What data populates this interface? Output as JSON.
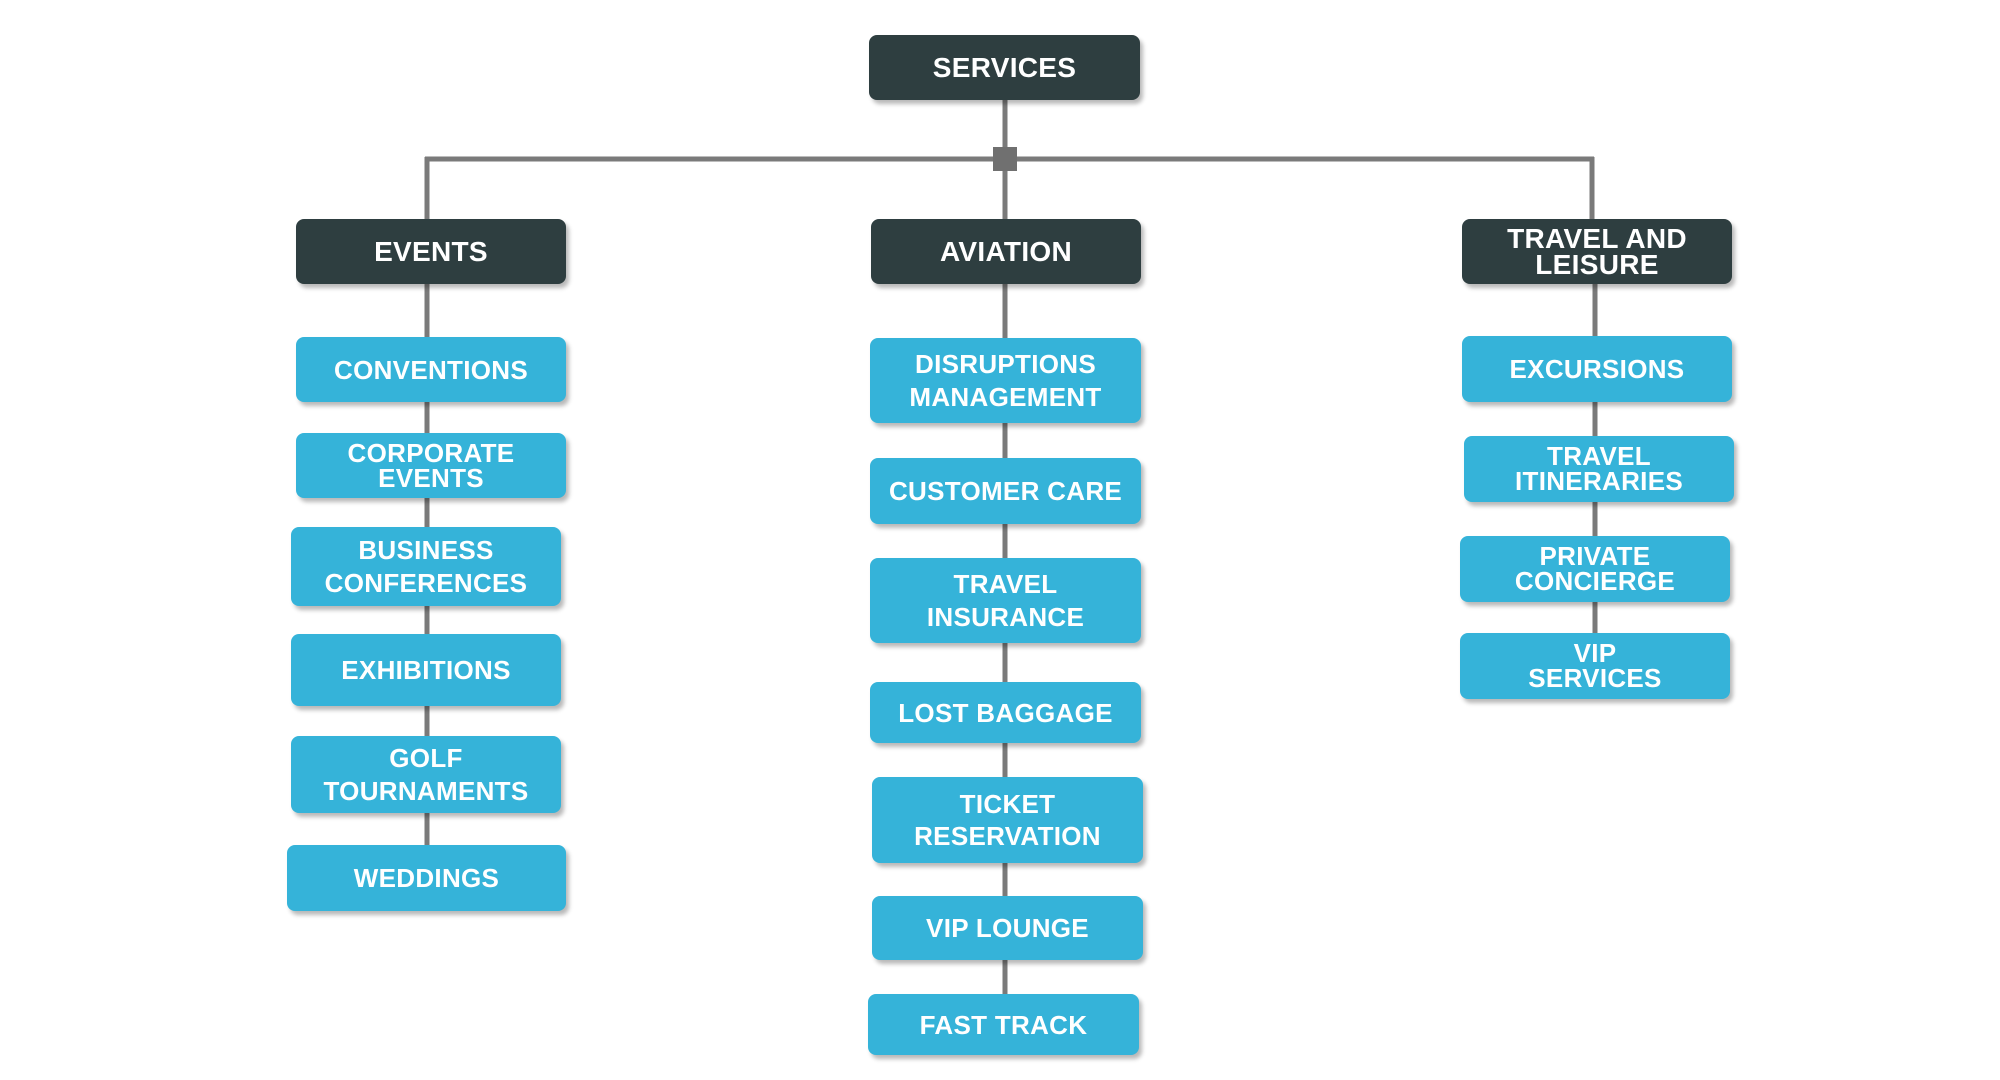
{
  "diagram": {
    "root": {
      "label": "SERVICES"
    },
    "columns": [
      {
        "label": "EVENTS",
        "items": [
          {
            "label": "CONVENTIONS"
          },
          {
            "label": "CORPORATE\nEVENTS"
          },
          {
            "label": "BUSINESS\nCONFERENCES"
          },
          {
            "label": "EXHIBITIONS"
          },
          {
            "label": "GOLF\nTOURNAMENTS"
          },
          {
            "label": "WEDDINGS"
          }
        ]
      },
      {
        "label": "AVIATION",
        "items": [
          {
            "label": "DISRUPTIONS\nMANAGEMENT"
          },
          {
            "label": "CUSTOMER CARE"
          },
          {
            "label": "TRAVEL\nINSURANCE"
          },
          {
            "label": "LOST BAGGAGE"
          },
          {
            "label": "TICKET\nRESERVATION"
          },
          {
            "label": "VIP LOUNGE"
          },
          {
            "label": "FAST TRACK"
          }
        ]
      },
      {
        "label": "TRAVEL AND\nLEISURE",
        "items": [
          {
            "label": "EXCURSIONS"
          },
          {
            "label": "TRAVEL\nITINERARIES"
          },
          {
            "label": "PRIVATE\nCONCIERGE"
          },
          {
            "label": "VIP\nSERVICES"
          }
        ]
      }
    ],
    "colors": {
      "header_fill": "#2e3e40",
      "leaf_fill": "#35b3d9",
      "connector": "#7a7a7a",
      "text": "#ffffff"
    }
  }
}
